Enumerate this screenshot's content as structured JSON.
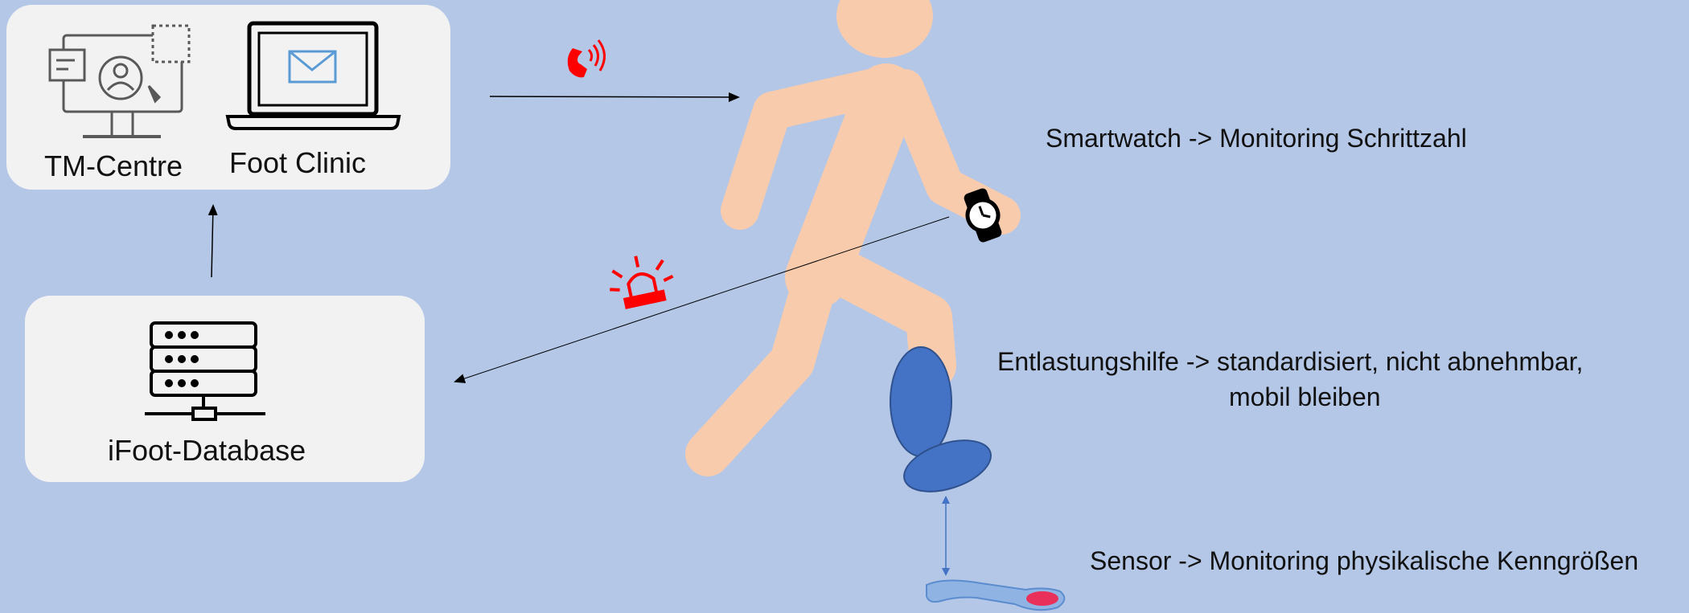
{
  "nodes": {
    "tm_centre": {
      "label": "TM-Centre"
    },
    "foot_clinic": {
      "label": "Foot Clinic"
    },
    "database": {
      "label": "iFoot-Database"
    }
  },
  "annotations": {
    "smartwatch": "Smartwatch -> Monitoring Schrittzahl",
    "relief_line1": "Entlastungshilfe -> standardisiert, nicht abnehmbar,",
    "relief_line2": "mobil bleiben",
    "sensor": "Sensor -> Monitoring physikalische Kenngrößen"
  },
  "colors": {
    "background": "#b4c7e7",
    "panel": "#f2f2f2",
    "figure": "#f8cbad",
    "boot": "#4472c4",
    "alert": "#ff0000",
    "sensor": "#8fb4e3",
    "sensor_pad": "#e8305a"
  },
  "icons": {
    "tm_centre": "monitor-user-icon",
    "foot_clinic": "laptop-mail-icon",
    "database": "server-database-icon",
    "call": "phone-ringing-icon",
    "alarm": "alarm-siren-icon",
    "watch": "smartwatch-icon",
    "boot": "relief-boot-icon",
    "sensor": "insole-sensor-icon",
    "person": "walking-person-icon"
  }
}
